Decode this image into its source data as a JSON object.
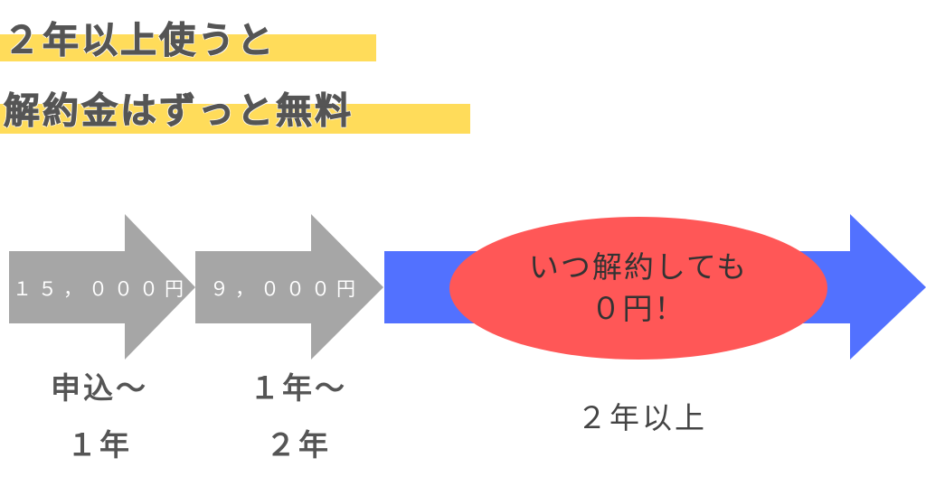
{
  "title": {
    "line1": "２年以上使うと",
    "line2": "解約金はずっと無料"
  },
  "arrows": [
    {
      "fee": "１５，０００円",
      "period_line1": "申込～",
      "period_line2": "１年"
    },
    {
      "fee": "９，０００円",
      "period_line1": "１年～",
      "period_line2": "２年"
    }
  ],
  "final": {
    "bubble_line1": "いつ解約しても",
    "bubble_line2": "０円！",
    "period": "２年以上"
  },
  "colors": {
    "highlight": "#ffdc5a",
    "gray_arrow": "#a6a6a6",
    "blue_arrow": "#5271ff",
    "bubble": "#ff5757",
    "text": "#555555"
  }
}
